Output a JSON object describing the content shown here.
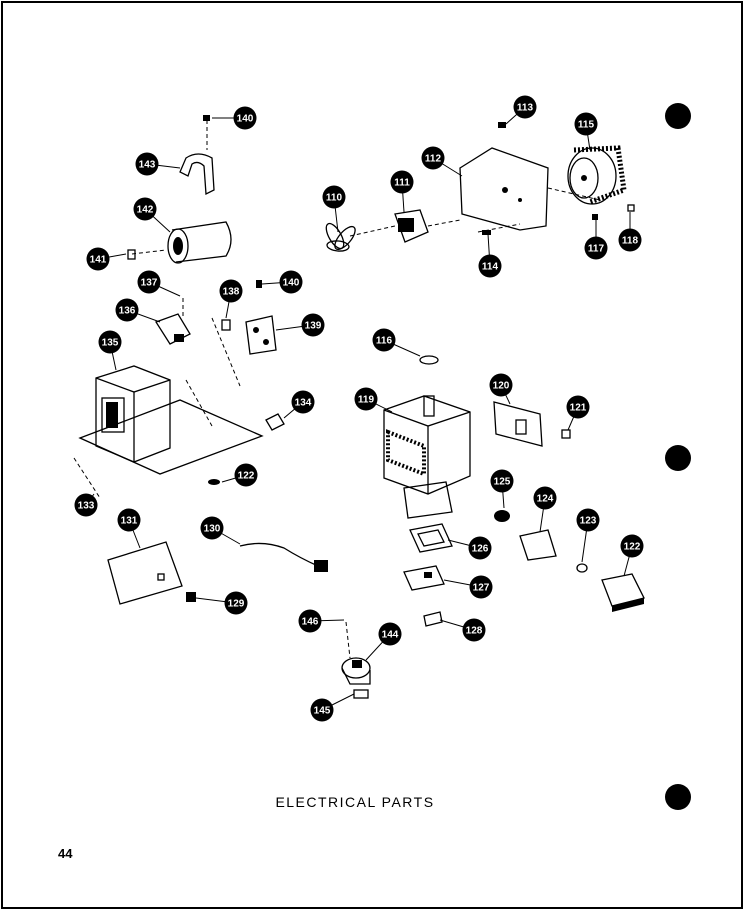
{
  "title": "ELECTRICAL PARTS",
  "page_number": "44",
  "callouts": [
    {
      "id": "c110",
      "num": "110"
    },
    {
      "id": "c111",
      "num": "111"
    },
    {
      "id": "c112",
      "num": "112"
    },
    {
      "id": "c113",
      "num": "113"
    },
    {
      "id": "c114",
      "num": "114"
    },
    {
      "id": "c115",
      "num": "115"
    },
    {
      "id": "c116",
      "num": "116"
    },
    {
      "id": "c117",
      "num": "117"
    },
    {
      "id": "c118",
      "num": "118"
    },
    {
      "id": "c119",
      "num": "119"
    },
    {
      "id": "c120",
      "num": "120"
    },
    {
      "id": "c121",
      "num": "121"
    },
    {
      "id": "c122a",
      "num": "122"
    },
    {
      "id": "c122b",
      "num": "122"
    },
    {
      "id": "c123",
      "num": "123"
    },
    {
      "id": "c124",
      "num": "124"
    },
    {
      "id": "c125",
      "num": "125"
    },
    {
      "id": "c126",
      "num": "126"
    },
    {
      "id": "c127",
      "num": "127"
    },
    {
      "id": "c128",
      "num": "128"
    },
    {
      "id": "c129",
      "num": "129"
    },
    {
      "id": "c130",
      "num": "130"
    },
    {
      "id": "c131",
      "num": "131"
    },
    {
      "id": "c133",
      "num": "133"
    },
    {
      "id": "c134",
      "num": "134"
    },
    {
      "id": "c135",
      "num": "135"
    },
    {
      "id": "c136",
      "num": "136"
    },
    {
      "id": "c137",
      "num": "137"
    },
    {
      "id": "c138",
      "num": "138"
    },
    {
      "id": "c139",
      "num": "139"
    },
    {
      "id": "c140a",
      "num": "140"
    },
    {
      "id": "c140b",
      "num": "140"
    },
    {
      "id": "c141",
      "num": "141"
    },
    {
      "id": "c142",
      "num": "142"
    },
    {
      "id": "c143",
      "num": "143"
    },
    {
      "id": "c144",
      "num": "144"
    },
    {
      "id": "c145",
      "num": "145"
    },
    {
      "id": "c146",
      "num": "146"
    }
  ]
}
